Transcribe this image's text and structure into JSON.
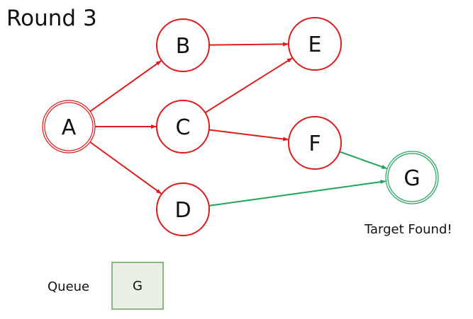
{
  "title": "Round 3",
  "colors": {
    "visited": "#e01b1b",
    "found": "#1fa55a",
    "queue_fill": "#e9f0e4",
    "queue_border": "#8fb48a"
  },
  "nodes": [
    {
      "id": "A",
      "label": "A",
      "state": "start"
    },
    {
      "id": "B",
      "label": "B",
      "state": "visited"
    },
    {
      "id": "C",
      "label": "C",
      "state": "visited"
    },
    {
      "id": "D",
      "label": "D",
      "state": "visited"
    },
    {
      "id": "E",
      "label": "E",
      "state": "visited"
    },
    {
      "id": "F",
      "label": "F",
      "state": "visited"
    },
    {
      "id": "G",
      "label": "G",
      "state": "target"
    }
  ],
  "edges": [
    {
      "from": "A",
      "to": "B",
      "state": "visited"
    },
    {
      "from": "A",
      "to": "C",
      "state": "visited"
    },
    {
      "from": "A",
      "to": "D",
      "state": "visited"
    },
    {
      "from": "B",
      "to": "E",
      "state": "visited"
    },
    {
      "from": "C",
      "to": "E",
      "state": "visited"
    },
    {
      "from": "C",
      "to": "F",
      "state": "visited"
    },
    {
      "from": "F",
      "to": "G",
      "state": "found"
    },
    {
      "from": "D",
      "to": "G",
      "state": "found"
    }
  ],
  "target_label": "Target Found!",
  "queue": {
    "label": "Queue",
    "items": [
      "G"
    ]
  }
}
